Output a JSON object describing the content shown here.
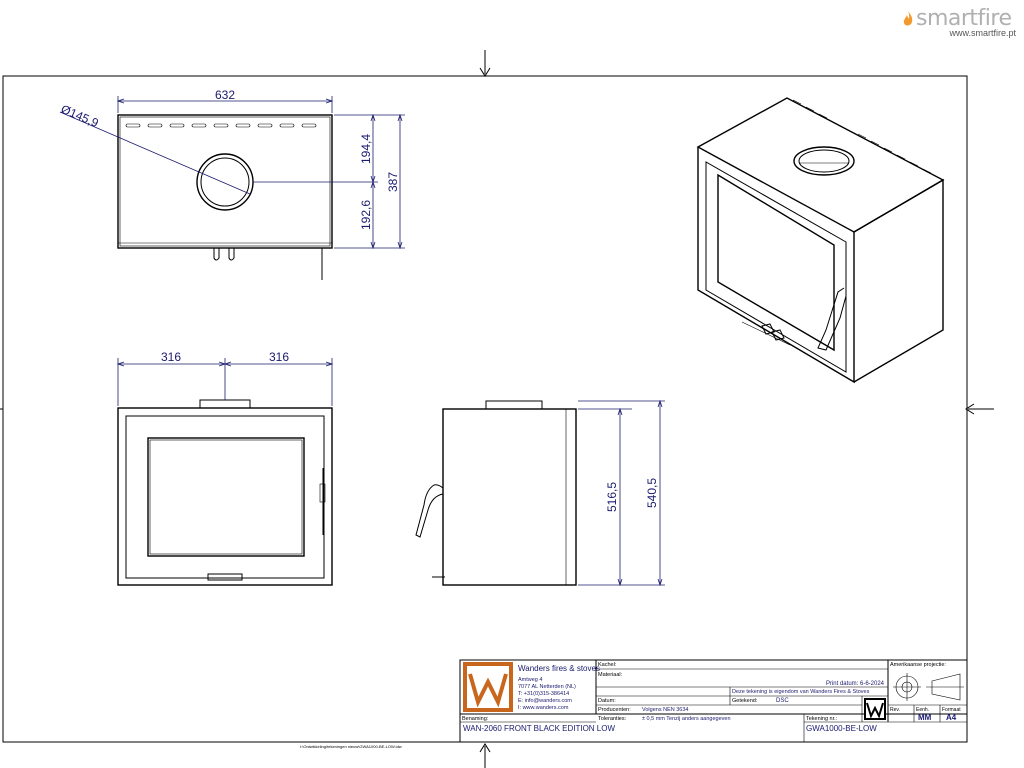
{
  "brand": {
    "name": "smartfire",
    "url": "www.smartfire.pt",
    "flame_color": "#f29a2e"
  },
  "dimensions": {
    "top_width": "632",
    "flue_diameter": "Ø145,9",
    "front_depth": "194,4",
    "rear_depth": "192,6",
    "total_depth": "387",
    "left_half": "316",
    "right_half": "316",
    "door_height": "516,5",
    "total_height": "540,5"
  },
  "title_block": {
    "company": "Wanders fires & stoves",
    "address": [
      "Amtweg 4",
      "7077 AL Netterden (NL)",
      "T: +31(0)315-386414",
      "E: info@wanders.com",
      "I: www.wanders.com"
    ],
    "fields": {
      "kachel_label": "Kachel:",
      "materiaal_label": "Materiaal:",
      "print_datum": "Print datum: 6-6-2024",
      "eigendom": "Deze tekening is eigendom van Wanders Fires & Stoves",
      "datum_label": "Datum:",
      "getekend_label": "Getekend:",
      "getekend_value": "DSC",
      "producenten_label": "Producenten:",
      "producenten_value": "Volgens NEN 3634",
      "toleranties_label": "Toleranties:",
      "toleranties_value": "± 0,5 mm Tenzij anders aangegeven",
      "benaming_label": "Benaming:",
      "benaming_value": "WAN-2060 FRONT BLACK EDITION LOW",
      "tekening_label": "Tekening nr.:",
      "tekening_value": "GWA1000-BE-LOW",
      "projectie_label": "Amerikaanse projectie:",
      "rev_label": "Rev.",
      "eenh_label": "Eenh.",
      "eenh_value": "MM",
      "formaat_label": "Formaat",
      "formaat_value": "A4"
    },
    "accent_color": "#c8661e"
  },
  "file_path": "I:\\Ontwikkeling\\tekeningen nieuw\\GWA1000-BE-LOW.idw"
}
